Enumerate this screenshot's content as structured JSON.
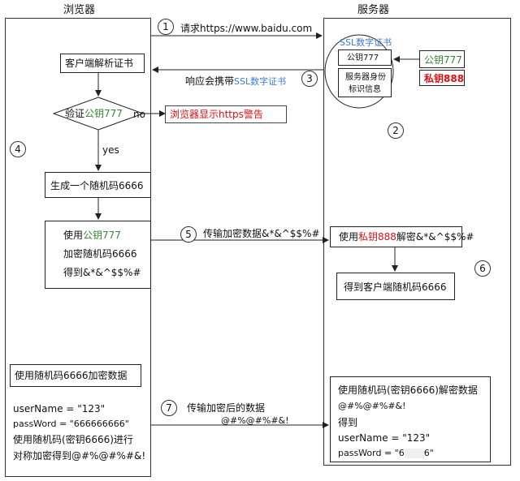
{
  "headers": {
    "browser": "浏览器",
    "server": "服务器"
  },
  "steps": [
    "1",
    "2",
    "3",
    "4",
    "5",
    "6",
    "7"
  ],
  "browser": {
    "parse_cert": "客户端解析证书",
    "verify_prefix": "验证",
    "public_key": "公钥777",
    "no_label": "no",
    "yes_label": "yes",
    "warning": "浏览器显示https警告",
    "gen_random": "生成一个随机码6666",
    "encrypt_line1_prefix": "使用",
    "encrypt_line1_key": "公钥777",
    "encrypt_line2": "加密随机码6666",
    "encrypt_line3": "得到&*&^$$%#",
    "sym_box": "使用随机码6666加密数据",
    "username": "userName = \"123\"",
    "password": "passWord = \"666666666\"",
    "sym_line3": "使用随机码(密钥6666)进行",
    "sym_line4": "对称加密得到@#%@#%#&!"
  },
  "messages": {
    "request": "请求https://www.baidu.com",
    "response_prefix": "响应会携带",
    "response_cert": "SSL数字证书",
    "encrypted": "传输加密数据&*&^$$%#",
    "transfer_encrypted": "传输加密后的数据",
    "transfer_cipher": "@#%@#%#&!"
  },
  "server": {
    "ssl_cert": "SSL数字证书",
    "cert_pubkey": "公钥777",
    "cert_identity_1": "服务器身份",
    "cert_identity_2": "标识信息",
    "public_key": "公钥777",
    "private_key": "私钥888",
    "decrypt_prefix": "使用",
    "decrypt_key": "私钥888",
    "decrypt_suffix": "解密&*&^$$%#",
    "got_random": "得到客户端随机码6666",
    "decrypt_data": "使用随机码(密钥6666)解密数据",
    "cipher": "@#%@#%#&!",
    "got": "得到",
    "username": "userName = \"123\"",
    "password": "passWord = \"6",
    "password_tail": "6\""
  },
  "colors": {
    "green": "#2e8b2e",
    "red": "#e01010",
    "cert_blue": "#3a7bd5"
  }
}
